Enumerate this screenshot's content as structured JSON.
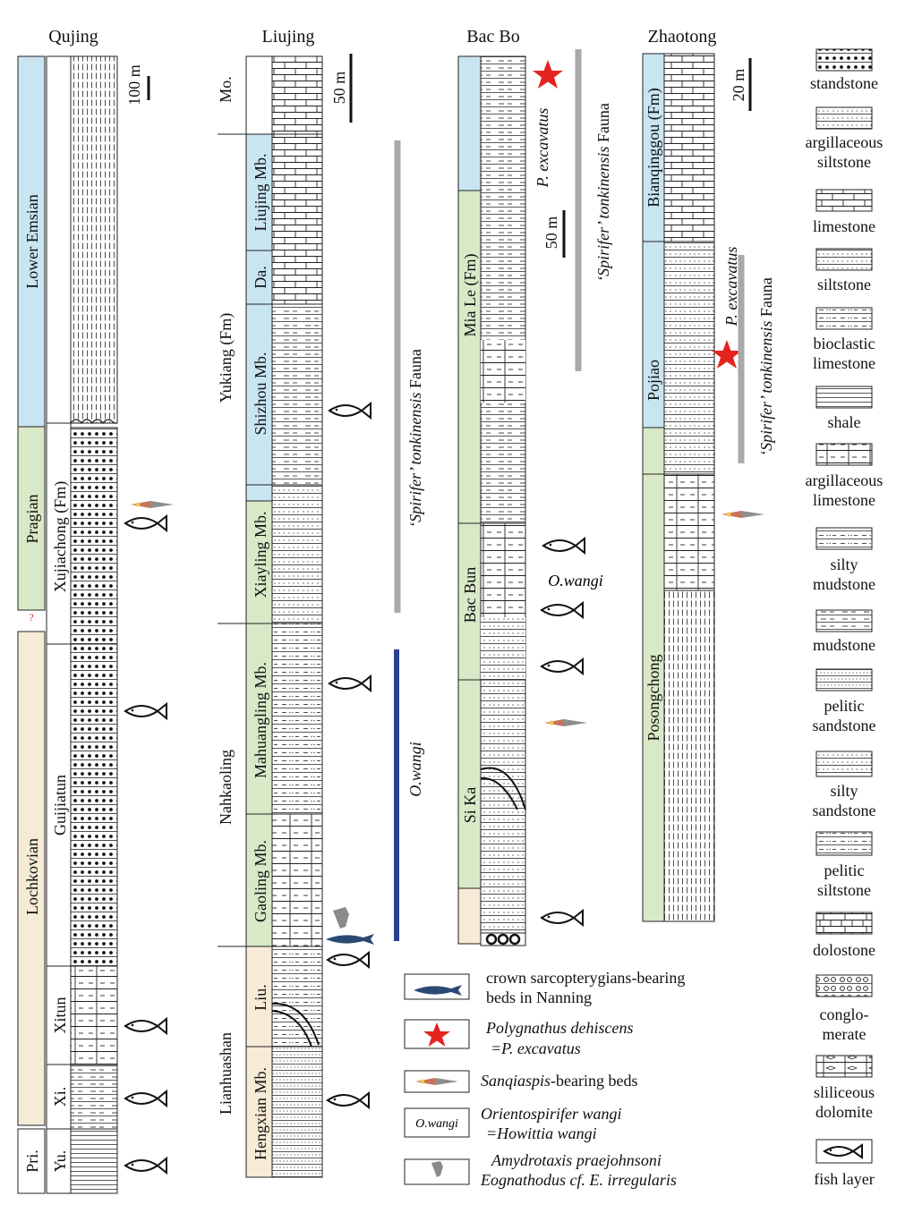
{
  "sections": {
    "qujing": {
      "title": "Qujing",
      "scale": "100 m",
      "stages": [
        "Lower Emsian",
        "Pragian",
        "Lochkovian",
        "Pri."
      ],
      "question_mark": "?",
      "formations": [
        "Xujiachong (Fm)",
        "Guijiatun",
        "Xitun",
        "Xi.",
        "Yu."
      ]
    },
    "liujing": {
      "title": "Liujing",
      "scale": "50 m",
      "formations": [
        "Mo.",
        "Yukiang (Fm)",
        "Nahkaoling",
        "Lianhuashan"
      ],
      "members": [
        "Liujing Mb.",
        "Da.",
        "Shizhou Mb.",
        "Xiayling Mb.",
        "Mahuangling Mb.",
        "Gaoling Mb.",
        "Liu.",
        "Hengxian Mb."
      ],
      "fauna_bar": "‘Spirifer’ tonkinensis Fauna",
      "owangi_bar": "O.wangi"
    },
    "bacbo": {
      "title": "Bac Bo",
      "scale": "50 m",
      "formations": [
        "Mia Le (Fm)",
        "Bac Bun",
        "Si Ka"
      ],
      "p_excavatus": "P. excavatus",
      "fauna_bar": "‘Spirifer’ tonkinensis Fauna",
      "owangi": "O.wangi"
    },
    "zhaotong": {
      "title": "Zhaotong",
      "scale": "20 m",
      "formations": [
        "Bianqinggou (Fm)",
        "Pojiao",
        "Posongchong"
      ],
      "p_excavatus": "P. excavatus",
      "fauna_bar": "‘Spirifer’ tonkinensis Fauna"
    }
  },
  "lithology_legend": [
    "standstone",
    "argillaceous siltstone",
    "limestone",
    "siltstone",
    "bioclastic limestone",
    "shale",
    "argillaceous limestone",
    "silty mudstone",
    "mudstone",
    "pelitic sandstone",
    "silty sandstone",
    "pelitic siltstone",
    "dolostone",
    "conglo- merate",
    "sliliceous dolomite",
    "fish layer"
  ],
  "symbol_legend": {
    "crown_sarcopterygians": [
      "crown sarcopterygians-bearing",
      "beds in Nanning"
    ],
    "polygnathus": [
      "Polygnathus dehiscens",
      "=P. excavatus"
    ],
    "sanqiaspis_italic": "Sanqiaspis",
    "sanqiaspis_rest": "-bearing beds",
    "owangi_box": "O.wangi",
    "orientospirifer": [
      "Orientospirifer wangi",
      "=Howittia wangi"
    ],
    "amydrotaxis": [
      "Amydrotaxis praejohnsoni",
      "Eognathodus cf. E. irregularis"
    ]
  },
  "colors": {
    "emsian_blue": "#c9e5f2",
    "pragian_green": "#d9e9c8",
    "lochkovian_tan": "#f6ebd6",
    "fauna_grey": "#a9a9ab",
    "owangi_blue": "#2c3f93",
    "star_red": "#e52420"
  }
}
